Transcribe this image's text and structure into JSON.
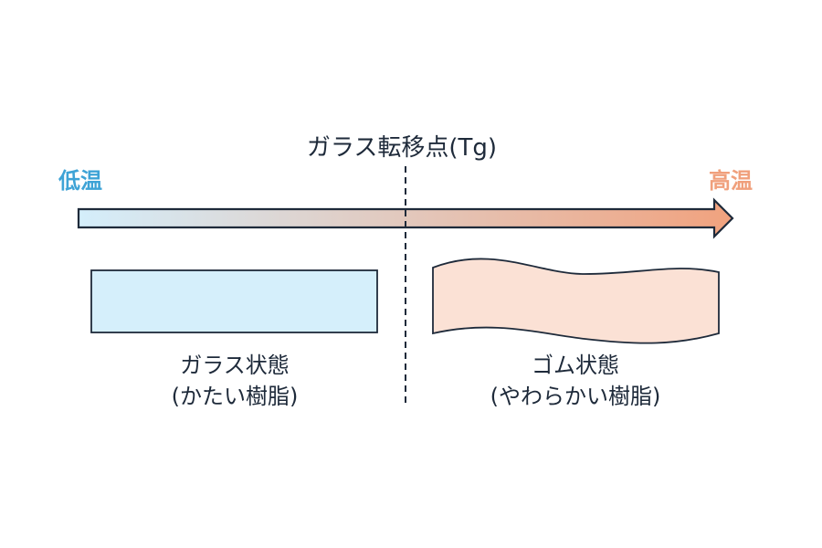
{
  "title": "ガラス転移点(Tg)",
  "low_temp_label": "低温",
  "high_temp_label": "高温",
  "glass_state": {
    "name": "ガラス状態",
    "description": "(かたい樹脂)"
  },
  "rubber_state": {
    "name": "ゴム状態",
    "description": "(やわらかい樹脂)"
  },
  "colors": {
    "cold": "#3ea3d6",
    "hot": "#f0a07c",
    "glass_fill": "#d5effb",
    "rubber_fill": "#fbe1d5",
    "arrow_start": "#d4eefb",
    "arrow_end": "#f1a27e",
    "outline": "#1e2a3a"
  }
}
